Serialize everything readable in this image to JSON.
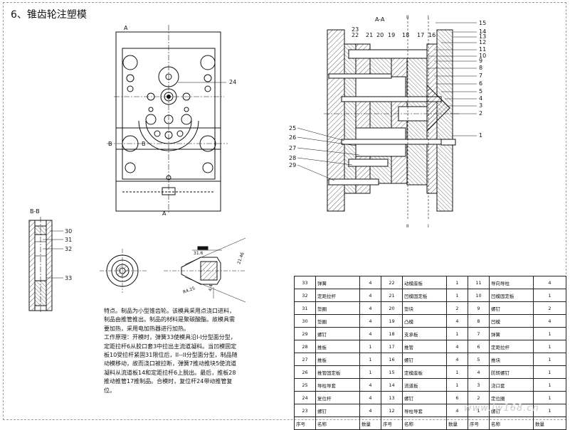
{
  "title": "6、锥齿轮注塑模",
  "views": {
    "front_section_a": "A",
    "front_section_b": "B",
    "aa_title": "A-A",
    "bb_title": "B-B",
    "roman_1": "I",
    "roman_2": "II",
    "dim_1": "31.6",
    "dim_2": "R4.25",
    "dim_3": "21.46",
    "dim_4": "4.4"
  },
  "callouts_front": [
    "24"
  ],
  "callouts_aa_top": [
    "23",
    "22",
    "21",
    "20",
    "19",
    "18",
    "17",
    "16"
  ],
  "callouts_aa_right": [
    "15",
    "14",
    "13",
    "12",
    "11",
    "10",
    "9",
    "8",
    "7",
    "6",
    "5",
    "4",
    "3",
    "2",
    "1"
  ],
  "callouts_aa_left": [
    "25",
    "26",
    "27",
    "28",
    "29"
  ],
  "callouts_bb": [
    "30",
    "31",
    "32",
    "33"
  ],
  "description": "特点。制品为小型锥齿轮。该模具采用点浇口进料，制品由推管推出。制品的材料是聚碳酸酯。故模具需要加热，采用电加热器进行加热。\n工作原理：开模时，弹簧33使模具沿I-I分型面分型，定距拉杆6从胶口套3中拉出主流道凝料。当凹模固定板10受拉杆紧固31限位后，II--II分型面分型，制品随动模移动，故而浇口被拉断，弹簧7推动推块5使流道凝料从流道板14和定距拉杆6上脱出。最后，推板28推动推管17推制品。合模时，复位杆24带动推管复位。",
  "parts_table": {
    "headers": [
      "序号",
      "名称",
      "数量",
      "序号",
      "名称",
      "数量",
      "序号",
      "名称",
      "数量"
    ],
    "rows": [
      [
        "33",
        "弹簧",
        "4",
        "22",
        "动模座板",
        "1",
        "11",
        "导向导柱",
        "4"
      ],
      [
        "32",
        "定距拉杆",
        "4",
        "21",
        "凹模固定板",
        "1",
        "10",
        "凹模固定板",
        "1"
      ],
      [
        "31",
        "垫圈",
        "4",
        "20",
        "垫块",
        "2",
        "9",
        "螺钉",
        "2"
      ],
      [
        "30",
        "垫圈",
        "4",
        "19",
        "凸模",
        "4",
        "8",
        "凹模",
        "4"
      ],
      [
        "29",
        "螺钉",
        "4",
        "18",
        "支承板",
        "1",
        "7",
        "弹簧",
        "1"
      ],
      [
        "28",
        "推板",
        "1",
        "17",
        "推管",
        "4",
        "6",
        "定距拉杆",
        "1"
      ],
      [
        "27",
        "推板",
        "1",
        "16",
        "螺钉",
        "4",
        "5",
        "推块",
        "1"
      ],
      [
        "26",
        "推管固定板",
        "1",
        "15",
        "定模座板",
        "1",
        "4",
        "防转螺钉",
        "1"
      ],
      [
        "25",
        "导柱导套",
        "4",
        "14",
        "流道板",
        "1",
        "3",
        "浇口套",
        "1"
      ],
      [
        "24",
        "复位杆",
        "4",
        "13",
        "螺钉",
        "6",
        "2",
        "定位圈",
        "1"
      ],
      [
        "23",
        "螺钉",
        "4",
        "12",
        "导柱导套",
        "4",
        "1",
        "螺钉",
        "1"
      ]
    ]
  },
  "watermark": "www.jw168.cn"
}
